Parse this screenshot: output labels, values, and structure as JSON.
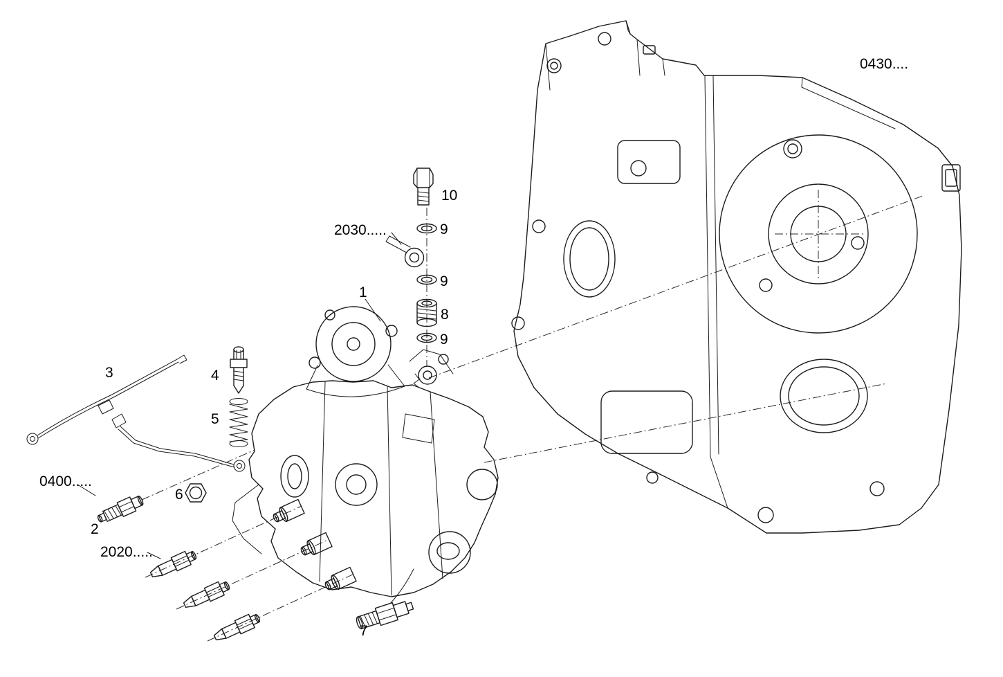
{
  "page": {
    "background": "#ffffff",
    "line_color": "#1c1c1c",
    "dash_line_color": "#2a2a2a",
    "text_color": "#000000"
  },
  "diagram": {
    "labels": {
      "ref_0430": "0430....",
      "ref_2030": "2030.....",
      "ref_0400": "0400.....",
      "ref_2020": "2020.....",
      "c1": "1",
      "c2": "2",
      "c3": "3",
      "c4": "4",
      "c5": "5",
      "c6": "6",
      "c7": "7",
      "c8": "8",
      "c9a": "9",
      "c9b": "9",
      "c9c": "9",
      "c10": "10"
    }
  }
}
